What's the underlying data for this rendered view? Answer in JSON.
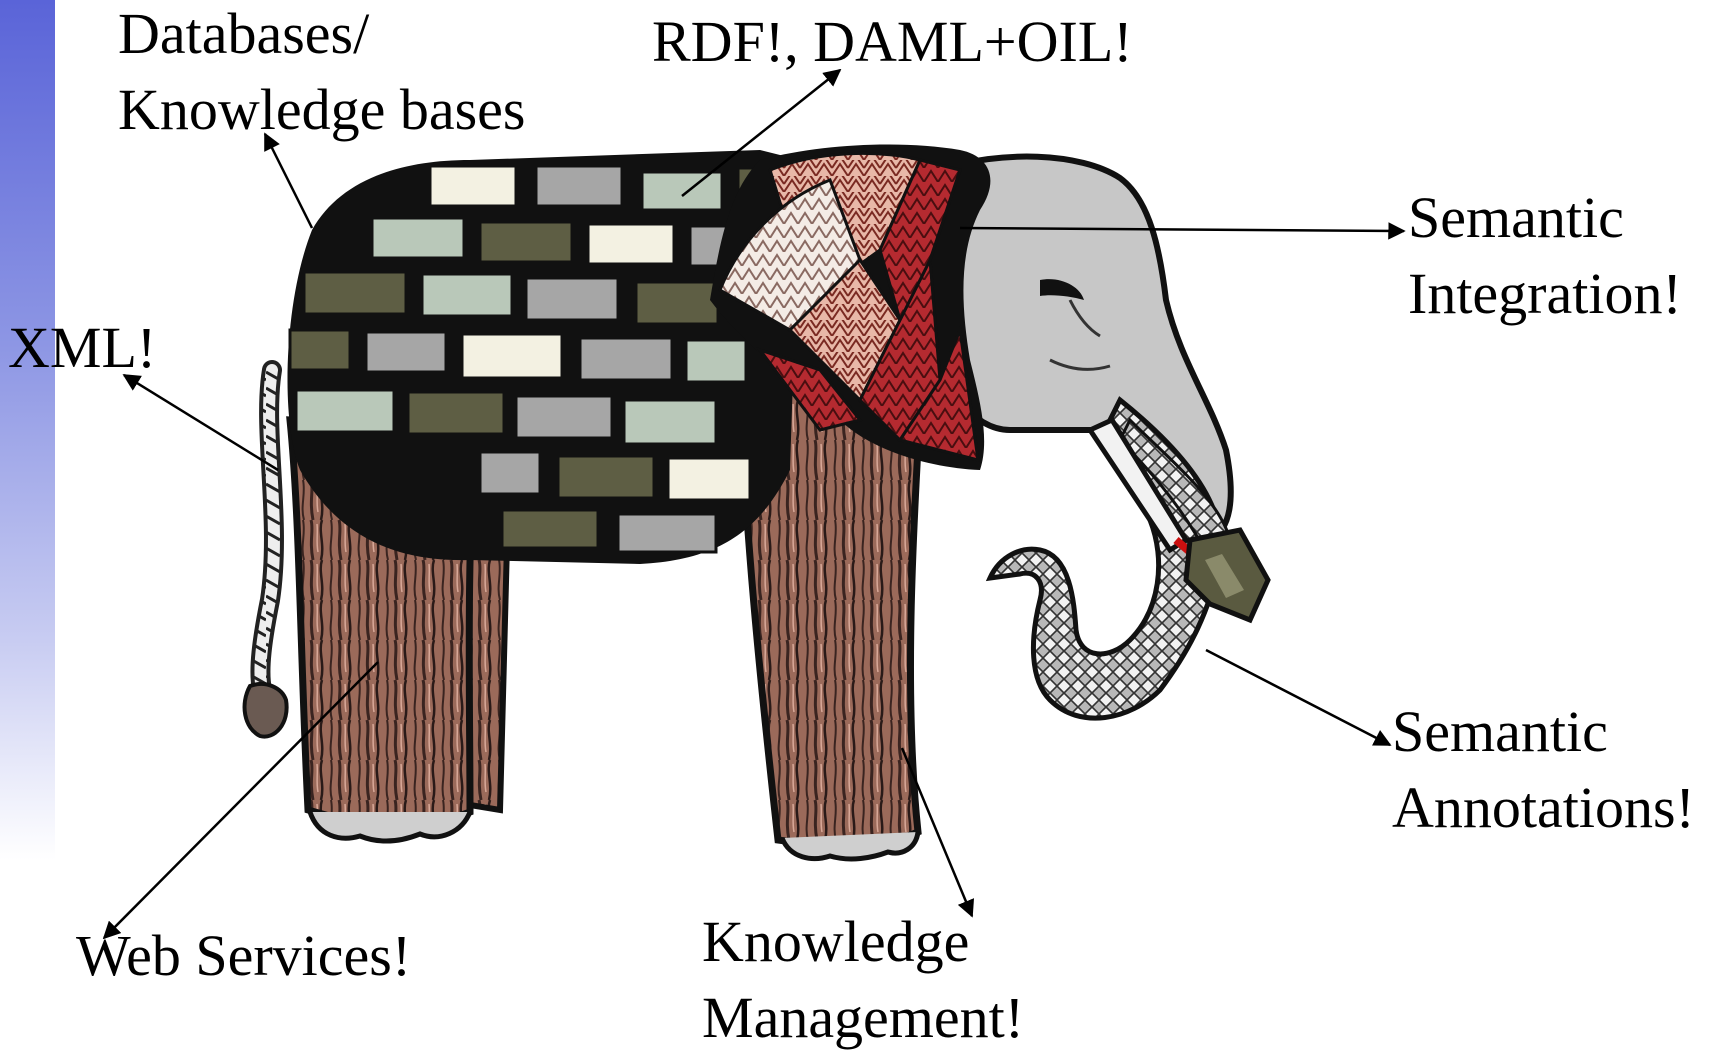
{
  "colors": {
    "accent_bar_top": "#5a64d8",
    "ink": "#000000",
    "elephant_grey": "#c8c8c8",
    "leg_brown": "#8a5a4a",
    "blanket_red": "#b8323a",
    "brick_dark": "#5e5e44",
    "brick_light": "#f4f2e6"
  },
  "labels": {
    "databases": {
      "line1": "Databases/",
      "line2": "Knowledge bases"
    },
    "rdf": {
      "line1": "RDF!, DAML+OIL!"
    },
    "semantic_integration": {
      "line1": "Semantic",
      "line2": "Integration!"
    },
    "xml": {
      "line1": "XML!"
    },
    "semantic_annotations": {
      "line1": "Semantic",
      "line2": "Annotations!"
    },
    "web_services": {
      "line1": "Web Services!"
    },
    "knowledge_management": {
      "line1": "Knowledge",
      "line2": "Management!"
    }
  },
  "illustration": {
    "name": "elephant",
    "parts": [
      "brick-body",
      "wooden-legs",
      "rope-tail",
      "woven-blanket",
      "grey-head",
      "tusk",
      "mesh-trunk"
    ]
  }
}
